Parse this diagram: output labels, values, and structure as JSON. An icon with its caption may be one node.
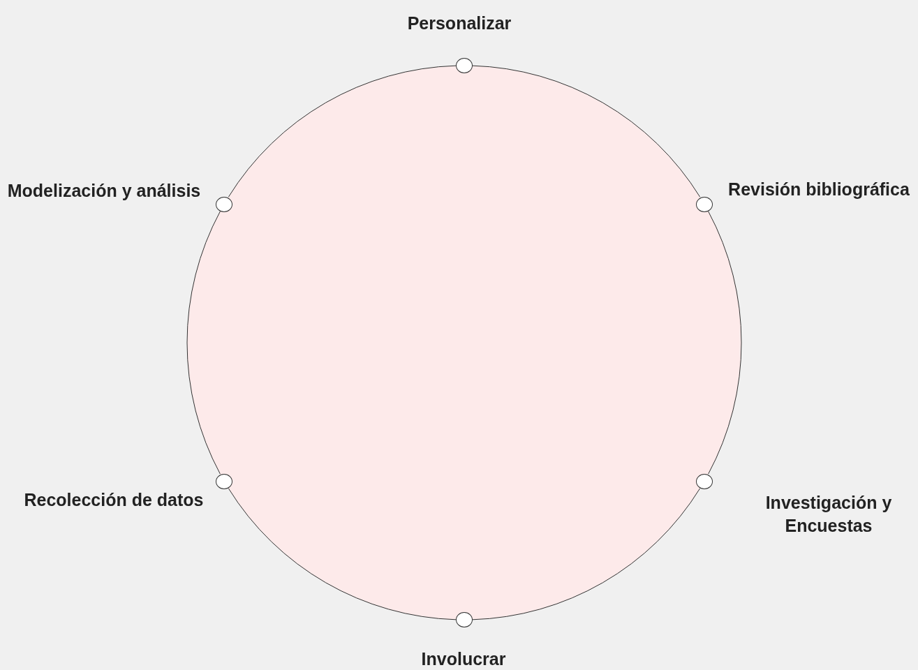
{
  "diagram": {
    "nodes": [
      {
        "text": [
          "Personalizar"
        ]
      },
      {
        "text": [
          "Modelización y análisis"
        ]
      },
      {
        "text": [
          "Revisión bibliográfica"
        ]
      },
      {
        "text": [
          "Recolección de datos"
        ]
      },
      {
        "text": [
          "Investigación y Encuestas"
        ]
      },
      {
        "text": [
          "Involucrar"
        ]
      }
    ],
    "edges": [
      {
        "from": 0,
        "to": 2,
        "arrow": "none"
      },
      {
        "from": 2,
        "to": 4,
        "arrow": "none"
      },
      {
        "from": 4,
        "to": 5,
        "arrow": "none"
      },
      {
        "from": 5,
        "to": 3,
        "arrow": "none"
      },
      {
        "from": 3,
        "to": 1,
        "arrow": "none"
      },
      {
        "from": 1,
        "to": 0,
        "arrow": "none"
      }
    ]
  }
}
